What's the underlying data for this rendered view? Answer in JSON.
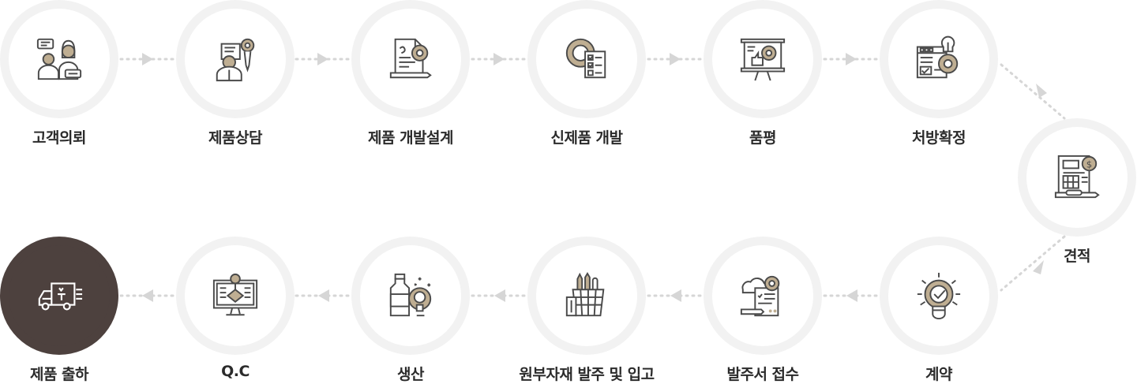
{
  "steps": [
    {
      "id": "s1",
      "label": "고객의뢰",
      "icon": "consultation-people-icon"
    },
    {
      "id": "s2",
      "label": "제품상담",
      "icon": "consultant-gear-icon"
    },
    {
      "id": "s3",
      "label": "제품 개발설계",
      "icon": "design-document-gear-icon"
    },
    {
      "id": "s4",
      "label": "신제품 개발",
      "icon": "gear-checklist-icon"
    },
    {
      "id": "s5",
      "label": "품평",
      "icon": "presentation-board-icon"
    },
    {
      "id": "s6",
      "label": "처방확정",
      "icon": "lightbulb-settings-icon"
    },
    {
      "id": "s7",
      "label": "견적",
      "icon": "invoice-calculator-icon"
    },
    {
      "id": "s8",
      "label": "계약",
      "icon": "lightbulb-check-icon"
    },
    {
      "id": "s9",
      "label": "발주서 접수",
      "icon": "order-form-gear-icon"
    },
    {
      "id": "s10",
      "label": "원부자재 발주 및 입고",
      "icon": "materials-basket-icon"
    },
    {
      "id": "s11",
      "label": "생산",
      "icon": "bottle-production-icon"
    },
    {
      "id": "s12",
      "label": "Q.C",
      "icon": "monitor-quality-icon"
    },
    {
      "id": "s13",
      "label": "제품 출하",
      "icon": "delivery-truck-icon"
    }
  ],
  "colors": {
    "ring": "#f2f2f2",
    "active": "#4d413e",
    "accent": "#bfae92",
    "line": "#4a4a4a",
    "arrow": "#d9d9d9"
  },
  "active_step": "s13"
}
